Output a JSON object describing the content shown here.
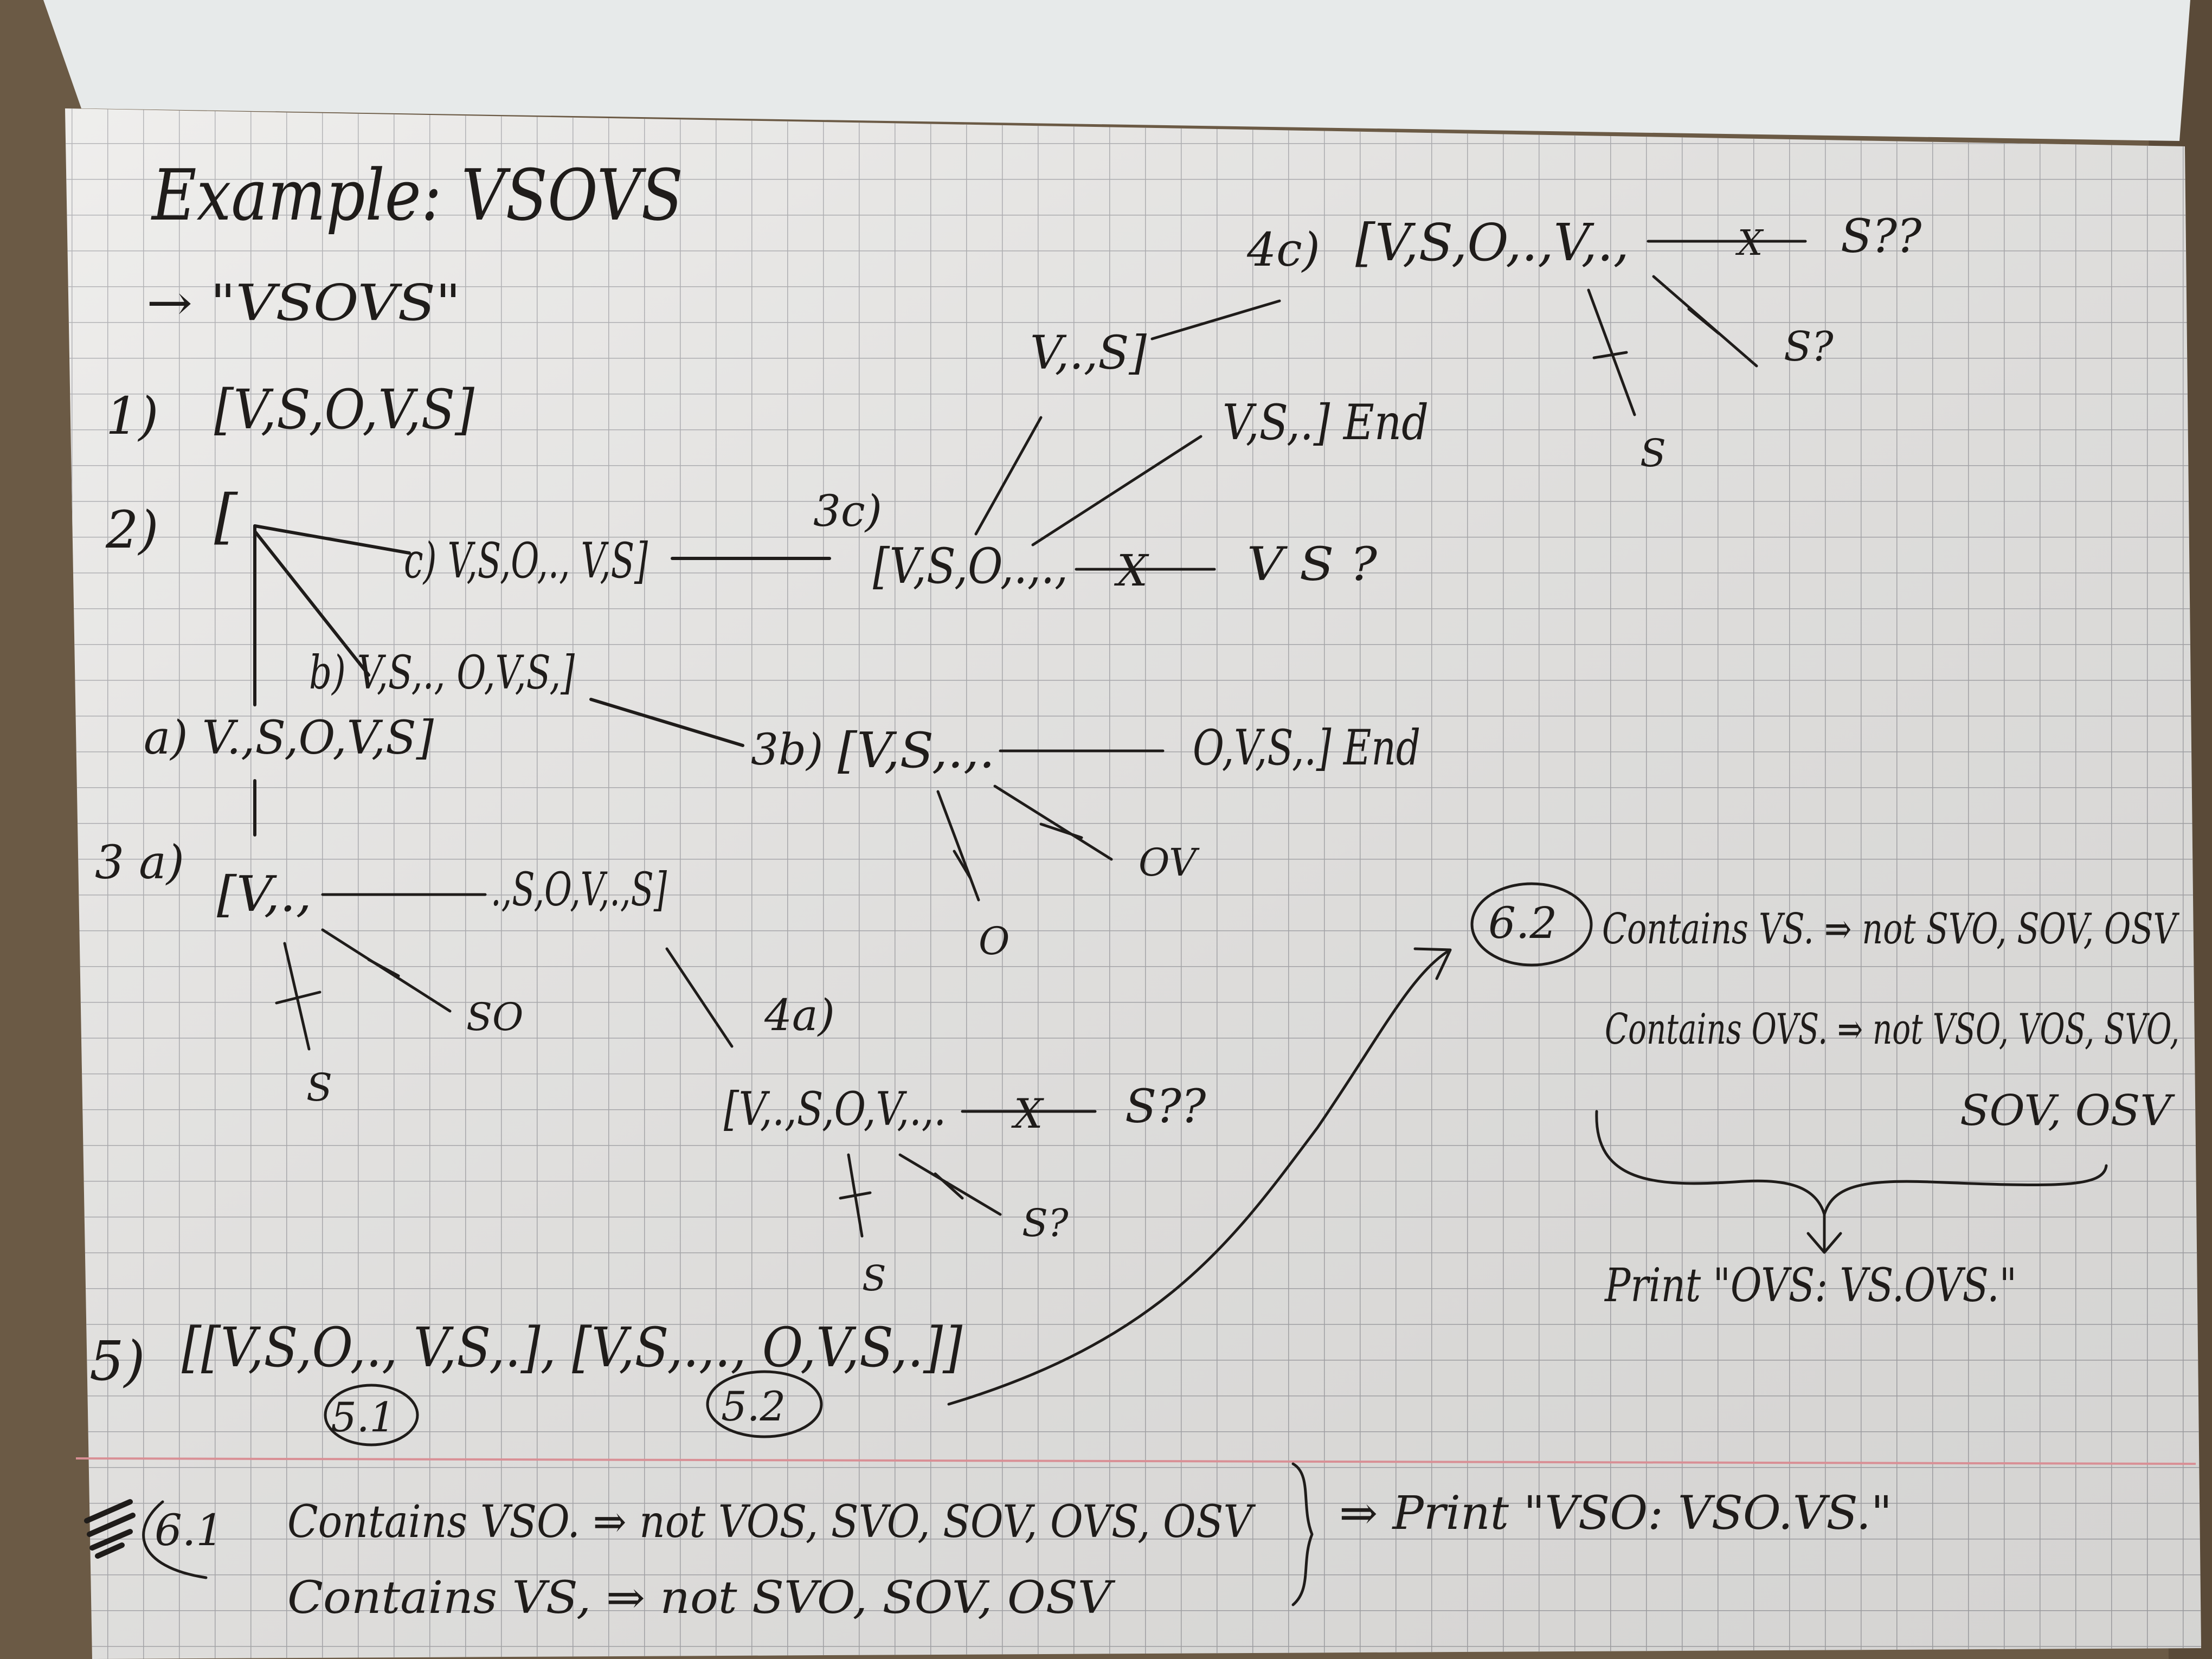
{
  "colors": {
    "table_wood": "#6b5a45",
    "paper": "#ecebe9",
    "grid_line": "#a9a9ad",
    "margin_line": "#d98f95",
    "ink": "#1f1c1a"
  },
  "notebook": {
    "title": "Example:  VSOVS",
    "input_string": "→ \"VSOVS\"",
    "step1": {
      "label": "1)",
      "text": "[V,S,O,V,S]"
    },
    "step2": {
      "label": "2)",
      "bracket": "[",
      "branch_c": "c) V,S,O,., V,S]",
      "branch_b": "b) V,S,., O,V,S,]",
      "branch_a": "a)   V.,S,O,V,S]"
    },
    "step3c": {
      "label": "3c)",
      "text": "[V,S,O,.,.,",
      "cut": "X",
      "tail": "V S ?",
      "sub1": "V,.,S]",
      "sub2": "V,S,.] End"
    },
    "step3b": {
      "label": "3b)",
      "text": "[V,S,.,.",
      "tail": "O,V,S,.] End",
      "cut1": "O",
      "cut2": "OV"
    },
    "step3a": {
      "label": "3 a)",
      "text": "[V,.,",
      "tail": ".,S,O,V,.,S]",
      "cut1": "S",
      "cut2": "SO"
    },
    "step4a": {
      "label": "4a)",
      "text": "[V,.,S,O,V,.,.",
      "cut": "X",
      "tail": "S??",
      "cut1": "S",
      "cut2": "S?"
    },
    "step4c": {
      "label": "4c)",
      "text": "[V,S,O,.,V,.,",
      "cut": "X",
      "tail": "S??",
      "cut1": "S",
      "cut2": "S?"
    },
    "step5": {
      "label": "5)",
      "text": "[[V,S,O,., V,S,.], [V,S,.,., O,V,S,.]]",
      "circle1": "5.1",
      "circle2": "5.2"
    },
    "step62": {
      "label": "6.2",
      "line1": "Contains VS. ⇒ not SVO, SOV, OSV",
      "line2": "Contains OVS. ⇒ not VSO, VOS, SVO,",
      "line3": "SOV, OSV",
      "print": "Print \"OVS: VS.OVS.\""
    },
    "step61": {
      "label": "6.1",
      "line1": "Contains VSO. ⇒  not  VOS, SVO, SOV, OVS, OSV",
      "line2": "Contains VS, ⇒  not  SVO, SOV, OSV",
      "print": "⇒ Print \"VSO: VSO.VS.\""
    }
  }
}
